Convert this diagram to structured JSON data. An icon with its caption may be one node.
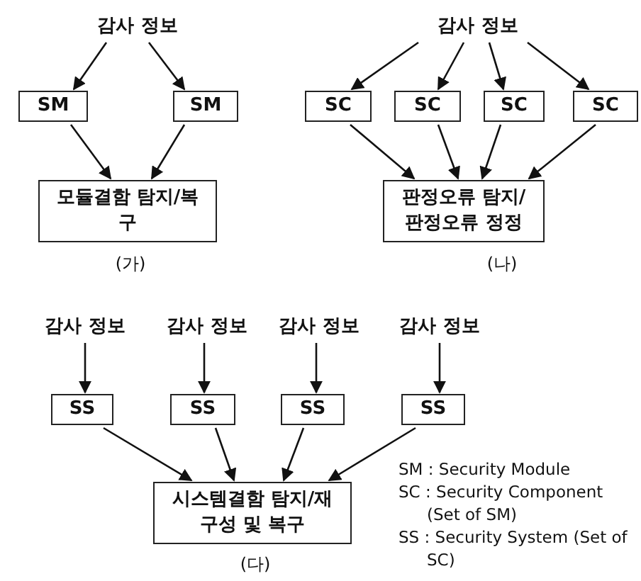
{
  "diagram": {
    "nodes": [
      {
        "text": [
          "감사 정보"
        ]
      },
      {
        "text": [
          "SM"
        ]
      },
      {
        "text": [
          "SM"
        ]
      },
      {
        "text": [
          "모듈결함 탐지/복구"
        ]
      },
      {
        "text": [
          "감사 정보"
        ]
      },
      {
        "text": [
          "SC"
        ]
      },
      {
        "text": [
          "SC"
        ]
      },
      {
        "text": [
          "SC"
        ]
      },
      {
        "text": [
          "SC"
        ]
      },
      {
        "text": [
          "판정오류 탐지/판정오류 정정"
        ]
      },
      {
        "text": [
          "감사 정보"
        ]
      },
      {
        "text": [
          "감사 정보"
        ]
      },
      {
        "text": [
          "감사 정보"
        ]
      },
      {
        "text": [
          "감사 정보"
        ]
      },
      {
        "text": [
          "SS"
        ]
      },
      {
        "text": [
          "SS"
        ]
      },
      {
        "text": [
          "SS"
        ]
      },
      {
        "text": [
          "SS"
        ]
      },
      {
        "text": [
          "시스템결함 탐지/재구성 및 복구"
        ]
      }
    ],
    "edges": [
      {
        "from": 0,
        "to": 1,
        "arrow": "to"
      },
      {
        "from": 0,
        "to": 2,
        "arrow": "to"
      },
      {
        "from": 1,
        "to": 3,
        "arrow": "to"
      },
      {
        "from": 2,
        "to": 3,
        "arrow": "to"
      },
      {
        "from": 4,
        "to": 5,
        "arrow": "to"
      },
      {
        "from": 4,
        "to": 6,
        "arrow": "to"
      },
      {
        "from": 4,
        "to": 7,
        "arrow": "to"
      },
      {
        "from": 4,
        "to": 8,
        "arrow": "to"
      },
      {
        "from": 5,
        "to": 9,
        "arrow": "to"
      },
      {
        "from": 6,
        "to": 9,
        "arrow": "to"
      },
      {
        "from": 7,
        "to": 9,
        "arrow": "to"
      },
      {
        "from": 8,
        "to": 9,
        "arrow": "to"
      },
      {
        "from": 10,
        "to": 14,
        "arrow": "to"
      },
      {
        "from": 11,
        "to": 15,
        "arrow": "to"
      },
      {
        "from": 12,
        "to": 16,
        "arrow": "to"
      },
      {
        "from": 13,
        "to": 17,
        "arrow": "to"
      },
      {
        "from": 14,
        "to": 18,
        "arrow": "to"
      },
      {
        "from": 15,
        "to": 18,
        "arrow": "to"
      },
      {
        "from": 16,
        "to": 18,
        "arrow": "to"
      },
      {
        "from": 17,
        "to": 18,
        "arrow": "to"
      }
    ],
    "labels": [
      "(가)",
      "(나)",
      "(다)",
      "SM : Security Module",
      "SC : Security Component (Set of SM)",
      "SS : Security System (Set of SC)"
    ]
  }
}
